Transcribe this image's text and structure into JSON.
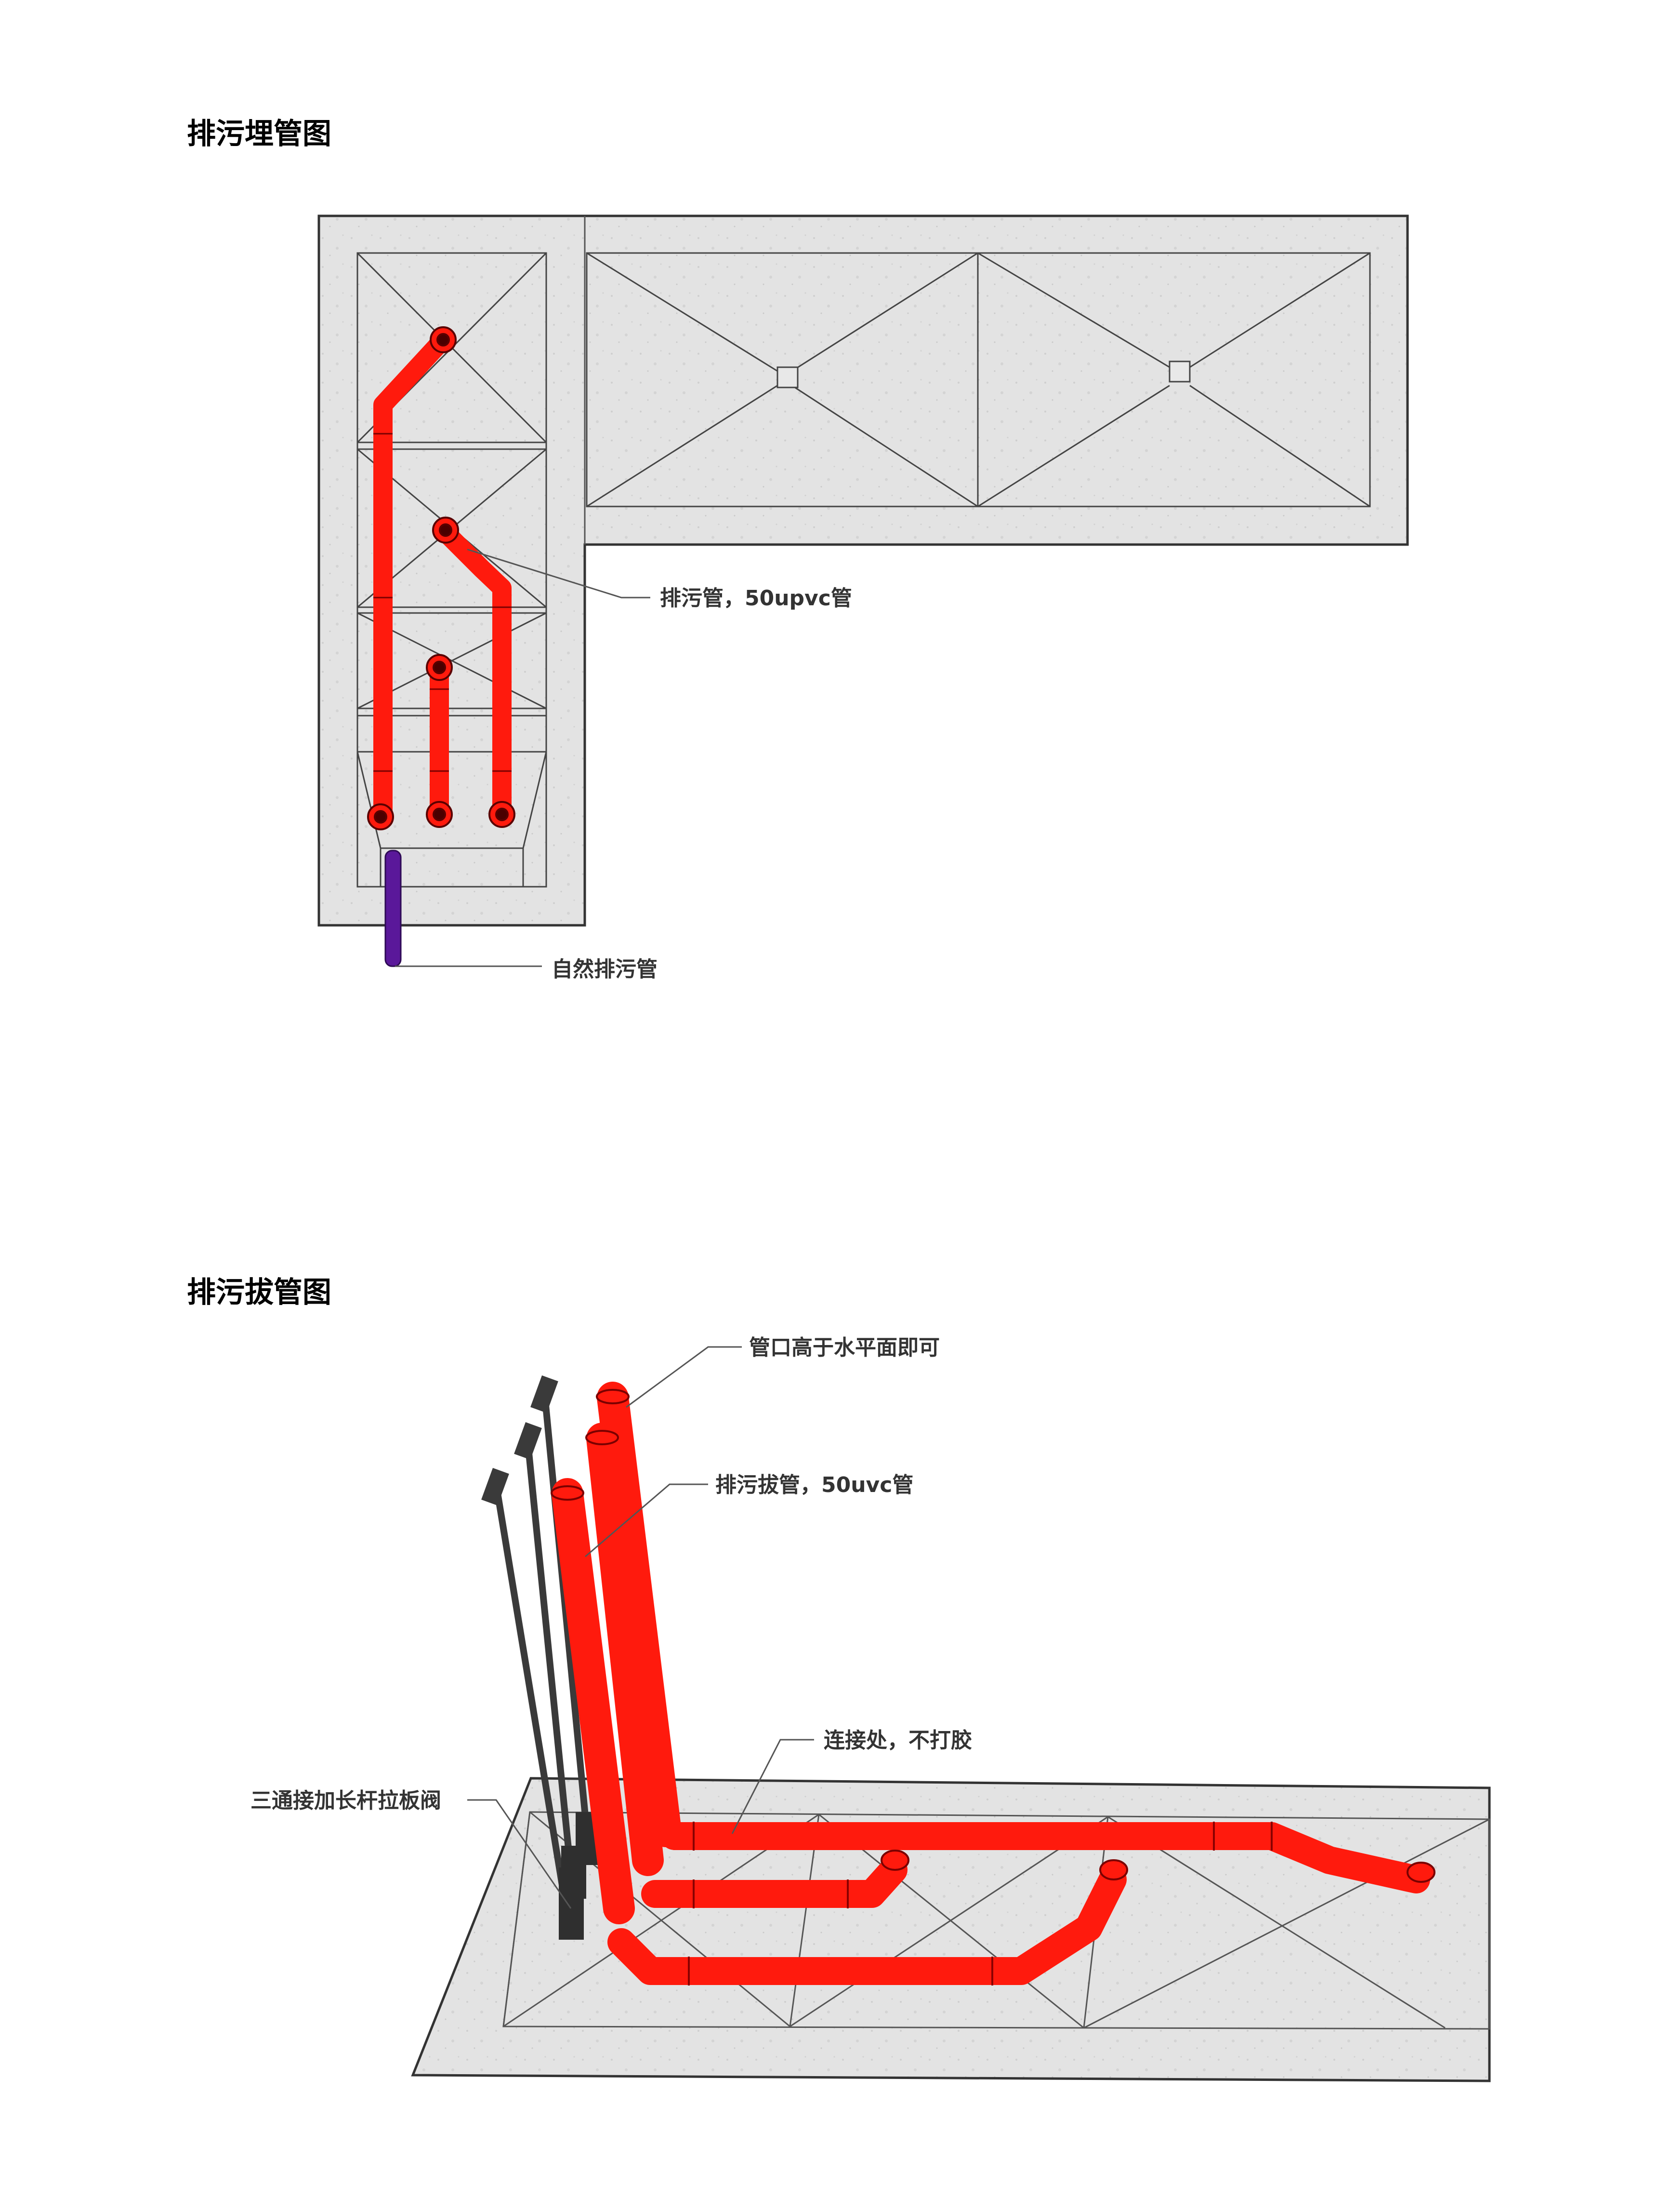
{
  "sections": {
    "embedded": {
      "title": "排污埋管图",
      "callouts": {
        "drain_pipe": "排污管，50upvc管",
        "natural_drain": "自然排污管"
      }
    },
    "pullout": {
      "title": "排污拔管图",
      "callouts": {
        "pipe_top": "管口高于水平面即可",
        "pullout_pipe": "排污拔管，50uvc管",
        "joint": "连接处，不打胶",
        "valve": "三通接加长杆拉板阀"
      }
    }
  },
  "colors": {
    "pipe_red": "#ff1a0d",
    "natural_pipe_purple": "#5a189a",
    "concrete": "#e3e3e3",
    "valve_dark": "#3a3a3a"
  }
}
